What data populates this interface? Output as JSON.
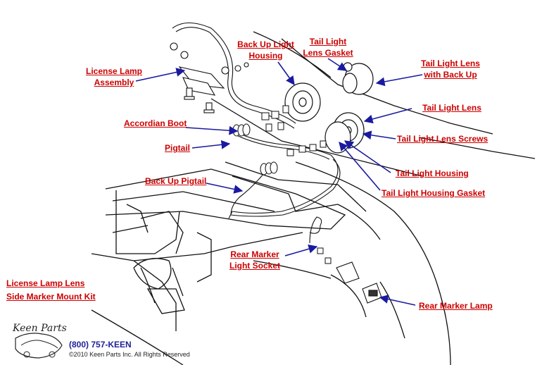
{
  "labels": {
    "license_lamp_assembly": [
      "License Lamp",
      "Assembly"
    ],
    "back_up_light_housing": [
      "Back Up Light",
      "Housing"
    ],
    "tail_light_lens_gasket": [
      "Tail Light",
      "Lens Gasket"
    ],
    "tail_light_lens_with_back_up": [
      "Tail Light Lens",
      "with Back Up"
    ],
    "tail_light_lens": "Tail Light Lens",
    "accordian_boot": "Accordian Boot",
    "tail_light_lens_screws": "Tail Light Lens Screws",
    "pigtail": "Pigtail",
    "tail_light_housing": "Tail Light Housing",
    "back_up_pigtail": "Back Up Pigtail",
    "tail_light_housing_gasket": "Tail Light Housing Gasket",
    "rear_marker_light_socket": [
      "Rear Marker",
      "Light Socket"
    ],
    "license_lamp_lens": "License Lamp Lens",
    "side_marker_mount_kit": "Side Marker Mount Kit",
    "rear_marker_lamp": "Rear Marker Lamp"
  },
  "logo": {
    "text": "Keen Parts"
  },
  "footer": {
    "phone": "(800) 757-KEEN",
    "copyright": "©2010 Keen Parts Inc. All Rights Reserved"
  },
  "colors": {
    "label": "#cc0000",
    "arrow": "#1a1aa0",
    "line_art": "#111111"
  }
}
